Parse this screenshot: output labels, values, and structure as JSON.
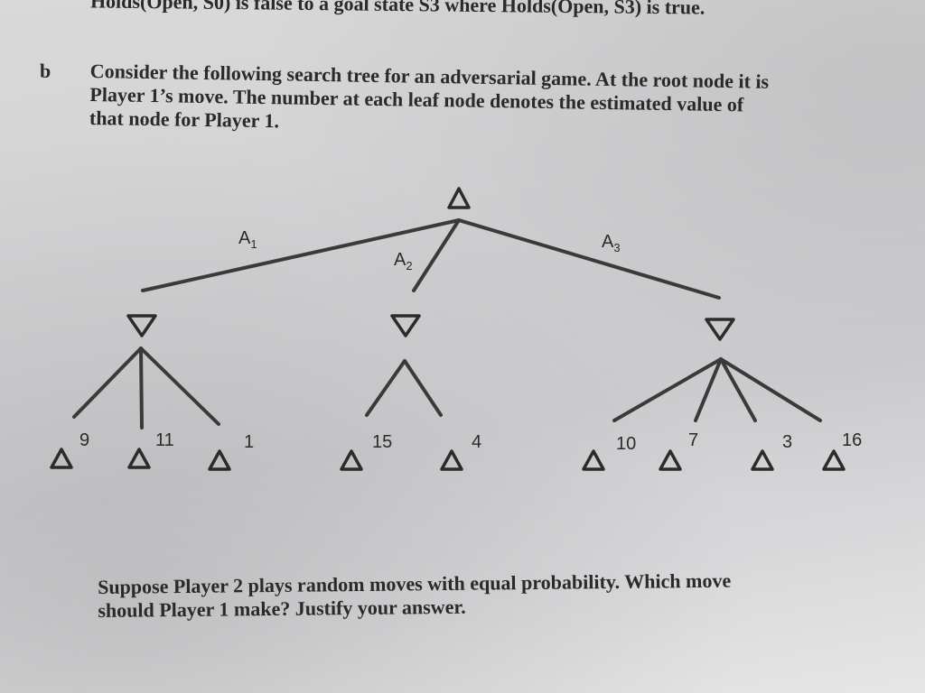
{
  "header": {
    "text": "Holds(Open, S0) is false to a goal state S3 where Holds(Open, S3) is true."
  },
  "question_b": {
    "marker": "b",
    "lines": [
      "Consider the following search tree for an adversarial game. At the root node it is",
      "Player 1’s move. The number at each leaf node denotes the estimated value of",
      "that node for Player 1."
    ]
  },
  "tree": {
    "edges": [
      "A1",
      "A2",
      "A3"
    ],
    "edge_labels": [
      {
        "base": "A",
        "sub": "1"
      },
      {
        "base": "A",
        "sub": "2"
      },
      {
        "base": "A",
        "sub": "3"
      }
    ],
    "leaf_values": [
      "9",
      "11",
      "1",
      "15",
      "4",
      "10",
      "7",
      "3",
      "16"
    ]
  },
  "question_followup": {
    "lines": [
      "Suppose Player 2 plays random moves with equal probability. Which move",
      "should Player 1 make? Justify your answer."
    ]
  }
}
